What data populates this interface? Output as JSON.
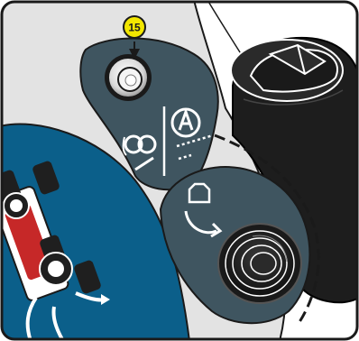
{
  "illustration": {
    "callout_number": "15",
    "colors": {
      "frame_border": "#1a1a1a",
      "panel_grey": "#e3e3e3",
      "panel_blue": "#0b5f8a",
      "control_plate": "#3f5560",
      "button_light": "#e8e8e8",
      "knob_dark": "#1f1f1f",
      "callout_yellow": "#f2e600",
      "accent_red": "#c62828"
    },
    "icons": [
      "push-button-icon",
      "parking-brake-icon",
      "auto-mode-a-icon",
      "rotation-knob-icon",
      "rotary-joystick-knob",
      "steering-wheel-knob",
      "vehicle-top-view-icon"
    ]
  }
}
